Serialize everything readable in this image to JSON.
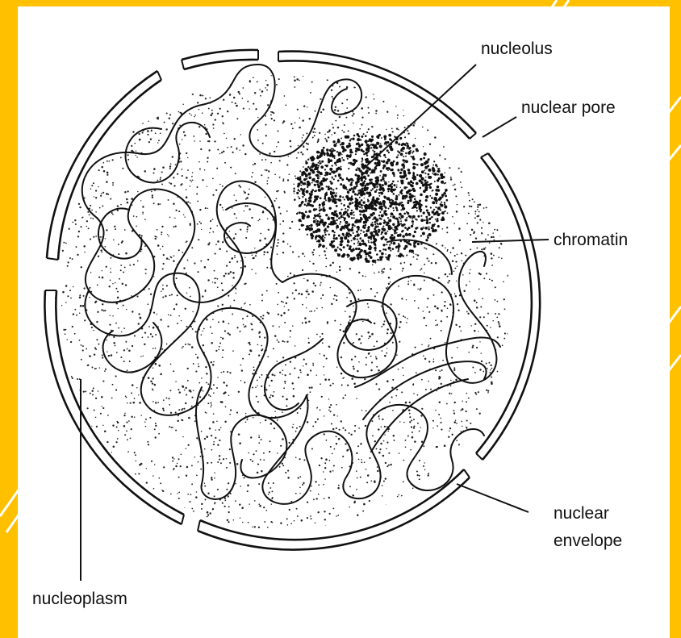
{
  "diagram": {
    "labels": {
      "nucleolus": "nucleolus",
      "nuclear_pore": "nuclear pore",
      "chromatin": "chromatin",
      "nuclear_envelope_line1": "nuclear",
      "nuclear_envelope_line2": "envelope",
      "nucleoplasm": "nucleoplasm"
    }
  },
  "colors": {
    "frame": "#ffc000",
    "frame_stripes": "#ffffff",
    "panel": "#ffffff",
    "ink": "#111111"
  }
}
